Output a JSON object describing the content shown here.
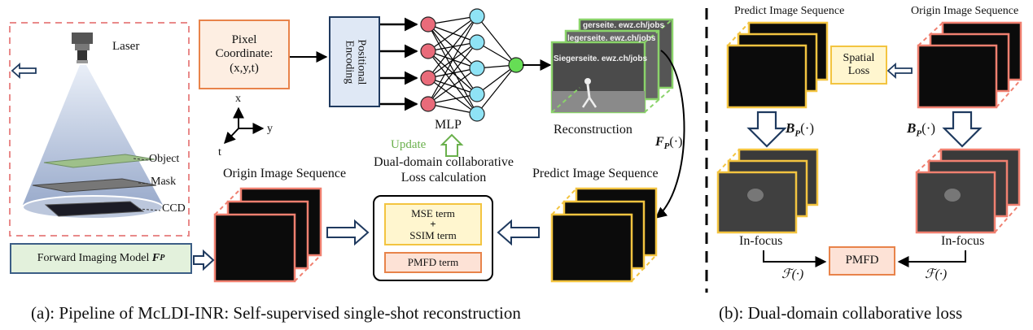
{
  "panel_a": {
    "setup": {
      "laser": "Laser",
      "object": "Object",
      "mask": "Mask",
      "ccd": "CCD"
    },
    "axes": {
      "x": "x",
      "y": "y",
      "t": "t"
    },
    "pixel_coordinate": {
      "line1": "Pixel",
      "line2": "Coordinate:",
      "line3": "(x,y,t)"
    },
    "positional_encoding": "Positional Encoding",
    "mlp": "MLP",
    "update": "Update",
    "reconstruction": "Reconstruction",
    "reconstruction_text": [
      "gerseite. ewz.ch/jobs",
      "legerseite. ewz.ch/jobs",
      "Siegerseite. ewz.ch/jobs"
    ],
    "fp_label": "F",
    "fp_sub": "P",
    "fp_arg": "(·)",
    "loss_title": {
      "line1": "Dual-domain collaborative",
      "line2": "Loss calculation"
    },
    "origin_sequence": "Origin Image Sequence",
    "predict_sequence": "Predict Image Sequence",
    "mse_term": "MSE term",
    "plus": "+",
    "ssim_term": "SSIM term",
    "pmfd_term": "PMFD term",
    "forward_model": "Forward Imaging Model",
    "caption": "(a): Pipeline of McLDI-INR: Self-supervised single-shot reconstruction"
  },
  "panel_b": {
    "predict_sequence": "Predict Image Sequence",
    "origin_sequence": "Origin Image Sequence",
    "spatial_loss": {
      "line1": "Spatial",
      "line2": "Loss"
    },
    "bp_label": "B",
    "bp_sub": "P",
    "bp_arg": "(·)",
    "in_focus": "In-focus",
    "pmfd": "PMFD",
    "fourier": "ℱ(·)",
    "caption": "(b): Dual-domain collaborative loss"
  },
  "colors": {
    "pixel_box_border": "#e8834a",
    "pixel_box_fill": "#fdeee2",
    "pe_fill": "#dfe8f5",
    "pe_border": "#1f3a5f",
    "input_node": "#e96b7a",
    "hidden_node": "#8fe3f5",
    "output_node": "#66dd55",
    "setup_dash": "#e98a8a",
    "orange_frame": "#f08070",
    "yellow_frame": "#f3c440",
    "green_frame": "#8ad36a",
    "update_green": "#6ab04c",
    "forward_fill": "#e3f1dc",
    "loss_yellow_fill": "#fff6cf",
    "loss_orange_fill": "#fde2d6"
  }
}
